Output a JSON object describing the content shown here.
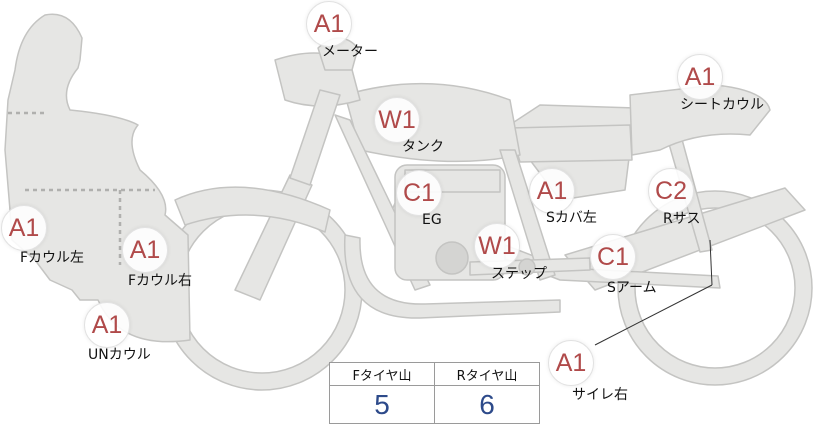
{
  "badges": {
    "meter": "A1",
    "tank": "W1",
    "seat_cowl": "A1",
    "eg": "C1",
    "s_cover_left": "A1",
    "r_sus": "C2",
    "f_cowl_left": "A1",
    "f_cowl_right": "A1",
    "step": "W1",
    "s_arm": "C1",
    "un_cowl": "A1",
    "silencer_right": "A1"
  },
  "labels": {
    "meter": "メーター",
    "tank": "タンク",
    "seat_cowl": "シートカウル",
    "eg": "EG",
    "s_cover_left": "Sカバ左",
    "r_sus": "Rサス",
    "f_cowl_left": "Fカウル左",
    "f_cowl_right": "Fカウル右",
    "step": "ステップ",
    "s_arm": "Sアーム",
    "un_cowl": "UNカウル",
    "silencer_right": "サイレ右"
  },
  "tire_table": {
    "headers": [
      "Fタイヤ山",
      "Rタイヤ山"
    ],
    "values": [
      "5",
      "6"
    ]
  }
}
